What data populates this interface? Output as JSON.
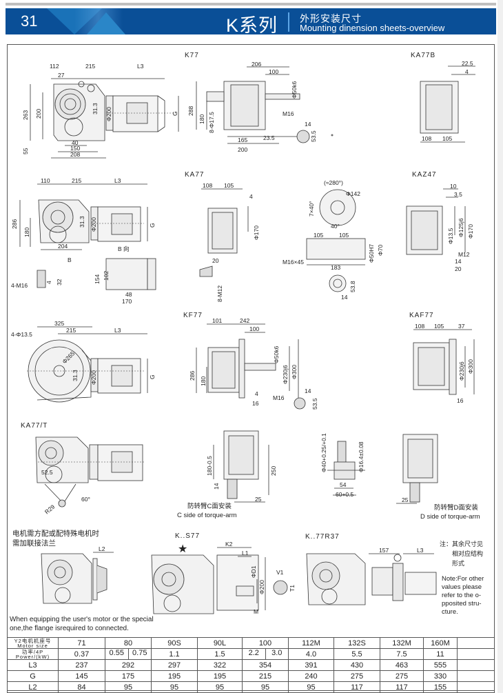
{
  "header": {
    "page_number": "31",
    "series_title": "K系列",
    "subtitle_cn": "外形安装尺寸",
    "subtitle_en": "Mounting dinension sheets-overview",
    "brand_color": "#0a4f97"
  },
  "drawings": {
    "k_side": {
      "dims": [
        "112",
        "215",
        "L3",
        "27",
        "263",
        "200",
        "31.3",
        "Φ200",
        "G",
        "55",
        "40",
        "150",
        "208"
      ]
    },
    "k77": {
      "title": "K77",
      "dims": [
        "206",
        "100",
        "Φ50k6",
        "288",
        "180",
        "8-Φ17.5",
        "M16",
        "14",
        "53.5",
        "23.5",
        "165",
        "200"
      ]
    },
    "ka77b": {
      "title": "KA77B",
      "dims": [
        "22.5",
        "4",
        "108",
        "105"
      ]
    },
    "ka_side": {
      "dims": [
        "110",
        "215",
        "L3",
        "286",
        "180",
        "31.3",
        "Φ200",
        "G",
        "204",
        "B",
        "4-M16",
        "4",
        "32"
      ]
    },
    "b_view": {
      "title": "B 向",
      "dims": [
        "154",
        "102",
        "48",
        "170"
      ]
    },
    "ka77": {
      "title": "KA77",
      "dims": [
        "108",
        "105",
        "4",
        "Φ170",
        "20",
        "8-M12"
      ]
    },
    "ka77_flange": {
      "dims": [
        "(≈280°)",
        "7×40°",
        "Φ142",
        "40°",
        "105",
        "105",
        "M16×45",
        "183",
        "Φ50H7",
        "Φ70",
        "53.8",
        "14"
      ]
    },
    "kaz47": {
      "title": "KAZ47",
      "dims": [
        "10",
        "3.5",
        "Φ13.5",
        "Φ125j6",
        "Φ170",
        "M12",
        "14",
        "20"
      ]
    },
    "kf_side": {
      "dims": [
        "325",
        "4-Φ13.5",
        "215",
        "L3",
        "Φ265",
        "31.3",
        "Φ200",
        "G"
      ]
    },
    "kf77": {
      "title": "KF77",
      "dims": [
        "101",
        "242",
        "100",
        "Φ50k6",
        "Φ230j6",
        "Φ300",
        "286",
        "180",
        "4",
        "16",
        "M16",
        "14",
        "53.5"
      ]
    },
    "kaf77": {
      "title": "KAF77",
      "dims": [
        "108",
        "105",
        "37",
        "Φ230j6",
        "Φ300",
        "16"
      ]
    },
    "ka77t": {
      "title": "KA77/T",
      "dims": [
        "52.5",
        "60°",
        "R29"
      ]
    },
    "c_side": {
      "dims": [
        "180-0.5",
        "14",
        "250",
        "25"
      ],
      "caption_cn": "防转臂C面安装",
      "caption_en": "C side of torque-arm"
    },
    "torque_detail": {
      "dims": [
        "Φ40+0.25/+0.1",
        "Φ16.4±0.08",
        "54",
        "60+0.5"
      ]
    },
    "d_side": {
      "dims": [
        "25"
      ],
      "caption_cn": "防转臂D面安装",
      "caption_en": "D side of torque-arm"
    },
    "flange_note": {
      "text_cn_line1": "电机需方配或配特殊电机时",
      "text_cn_line2": "需加联接法兰",
      "dims": [
        "L2"
      ],
      "text_en_line1": "When equipping the user's motor or the special",
      "text_en_line2": "one,the flange isrequired to connected."
    },
    "ks77": {
      "title": "K..S77",
      "star": "★",
      "dims": [
        "K2",
        "L1",
        "ΦD1",
        "Φ200",
        "M",
        "V1",
        "T1"
      ]
    },
    "k77r37": {
      "title": "K..77R37",
      "dims": [
        "157",
        "L3"
      ]
    }
  },
  "notes": {
    "cn_line1": "注：其余尺寸见",
    "cn_line2": "相对应结构",
    "cn_line3": "形式",
    "en": [
      "Note:For other",
      "values please",
      "refer to the o-",
      "pposited stru-",
      "cture."
    ]
  },
  "table": {
    "row_labels": {
      "motor_size_cn": "Y2电机机座号",
      "motor_size_en": "Motor size",
      "power_cn": "功率/4P",
      "power_en": "Power/(kW)",
      "l3": "L3",
      "g": "G",
      "l2": "L2"
    },
    "motor_sizes": [
      "71",
      "80",
      "90S",
      "90L",
      "100",
      "112M",
      "132S",
      "132M",
      "160M"
    ],
    "power": [
      [
        "0.37"
      ],
      [
        "0.55",
        "0.75"
      ],
      [
        "1.1"
      ],
      [
        "1.5"
      ],
      [
        "2.2",
        "3.0"
      ],
      [
        "4.0"
      ],
      [
        "5.5"
      ],
      [
        "7.5"
      ],
      [
        "11"
      ]
    ],
    "L3": [
      "237",
      "292",
      "297",
      "322",
      "354",
      "391",
      "430",
      "463",
      "555"
    ],
    "G": [
      "145",
      "175",
      "195",
      "195",
      "215",
      "240",
      "275",
      "275",
      "330"
    ],
    "L2": [
      "84",
      "95",
      "95",
      "95",
      "95",
      "95",
      "117",
      "117",
      "155"
    ]
  }
}
